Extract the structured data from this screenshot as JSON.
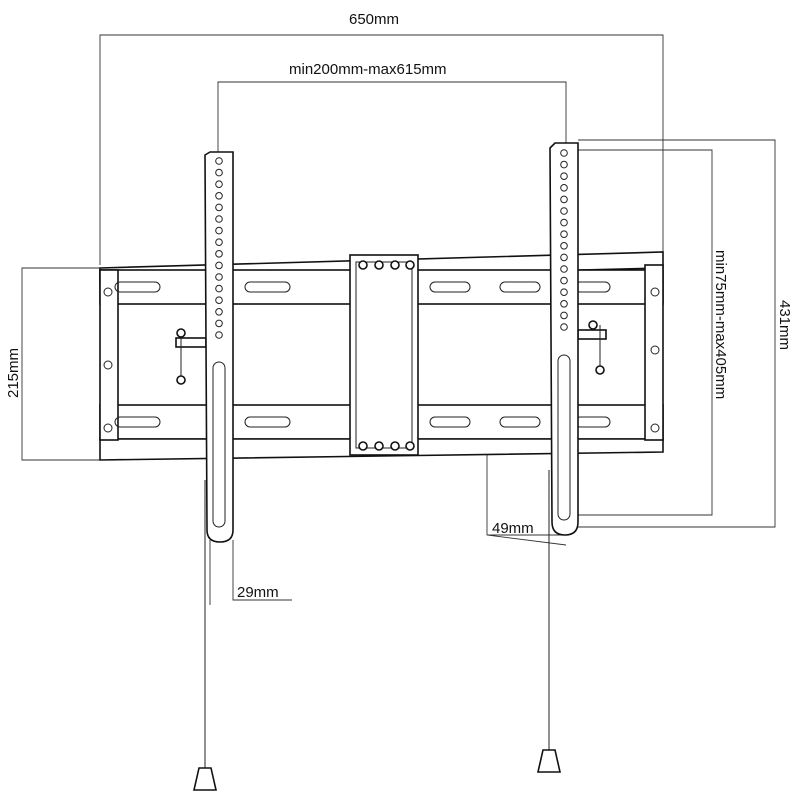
{
  "title": "Tilting TV wall mount dimension drawing",
  "dimensions": {
    "overall_width": "650mm",
    "vesa_horizontal": "min200mm-max615mm",
    "frame_height": "215mm",
    "bracket_height": "431mm",
    "vesa_vertical": "min75mm-max405mm",
    "wall_depth": "49mm",
    "bracket_width": "29mm"
  }
}
